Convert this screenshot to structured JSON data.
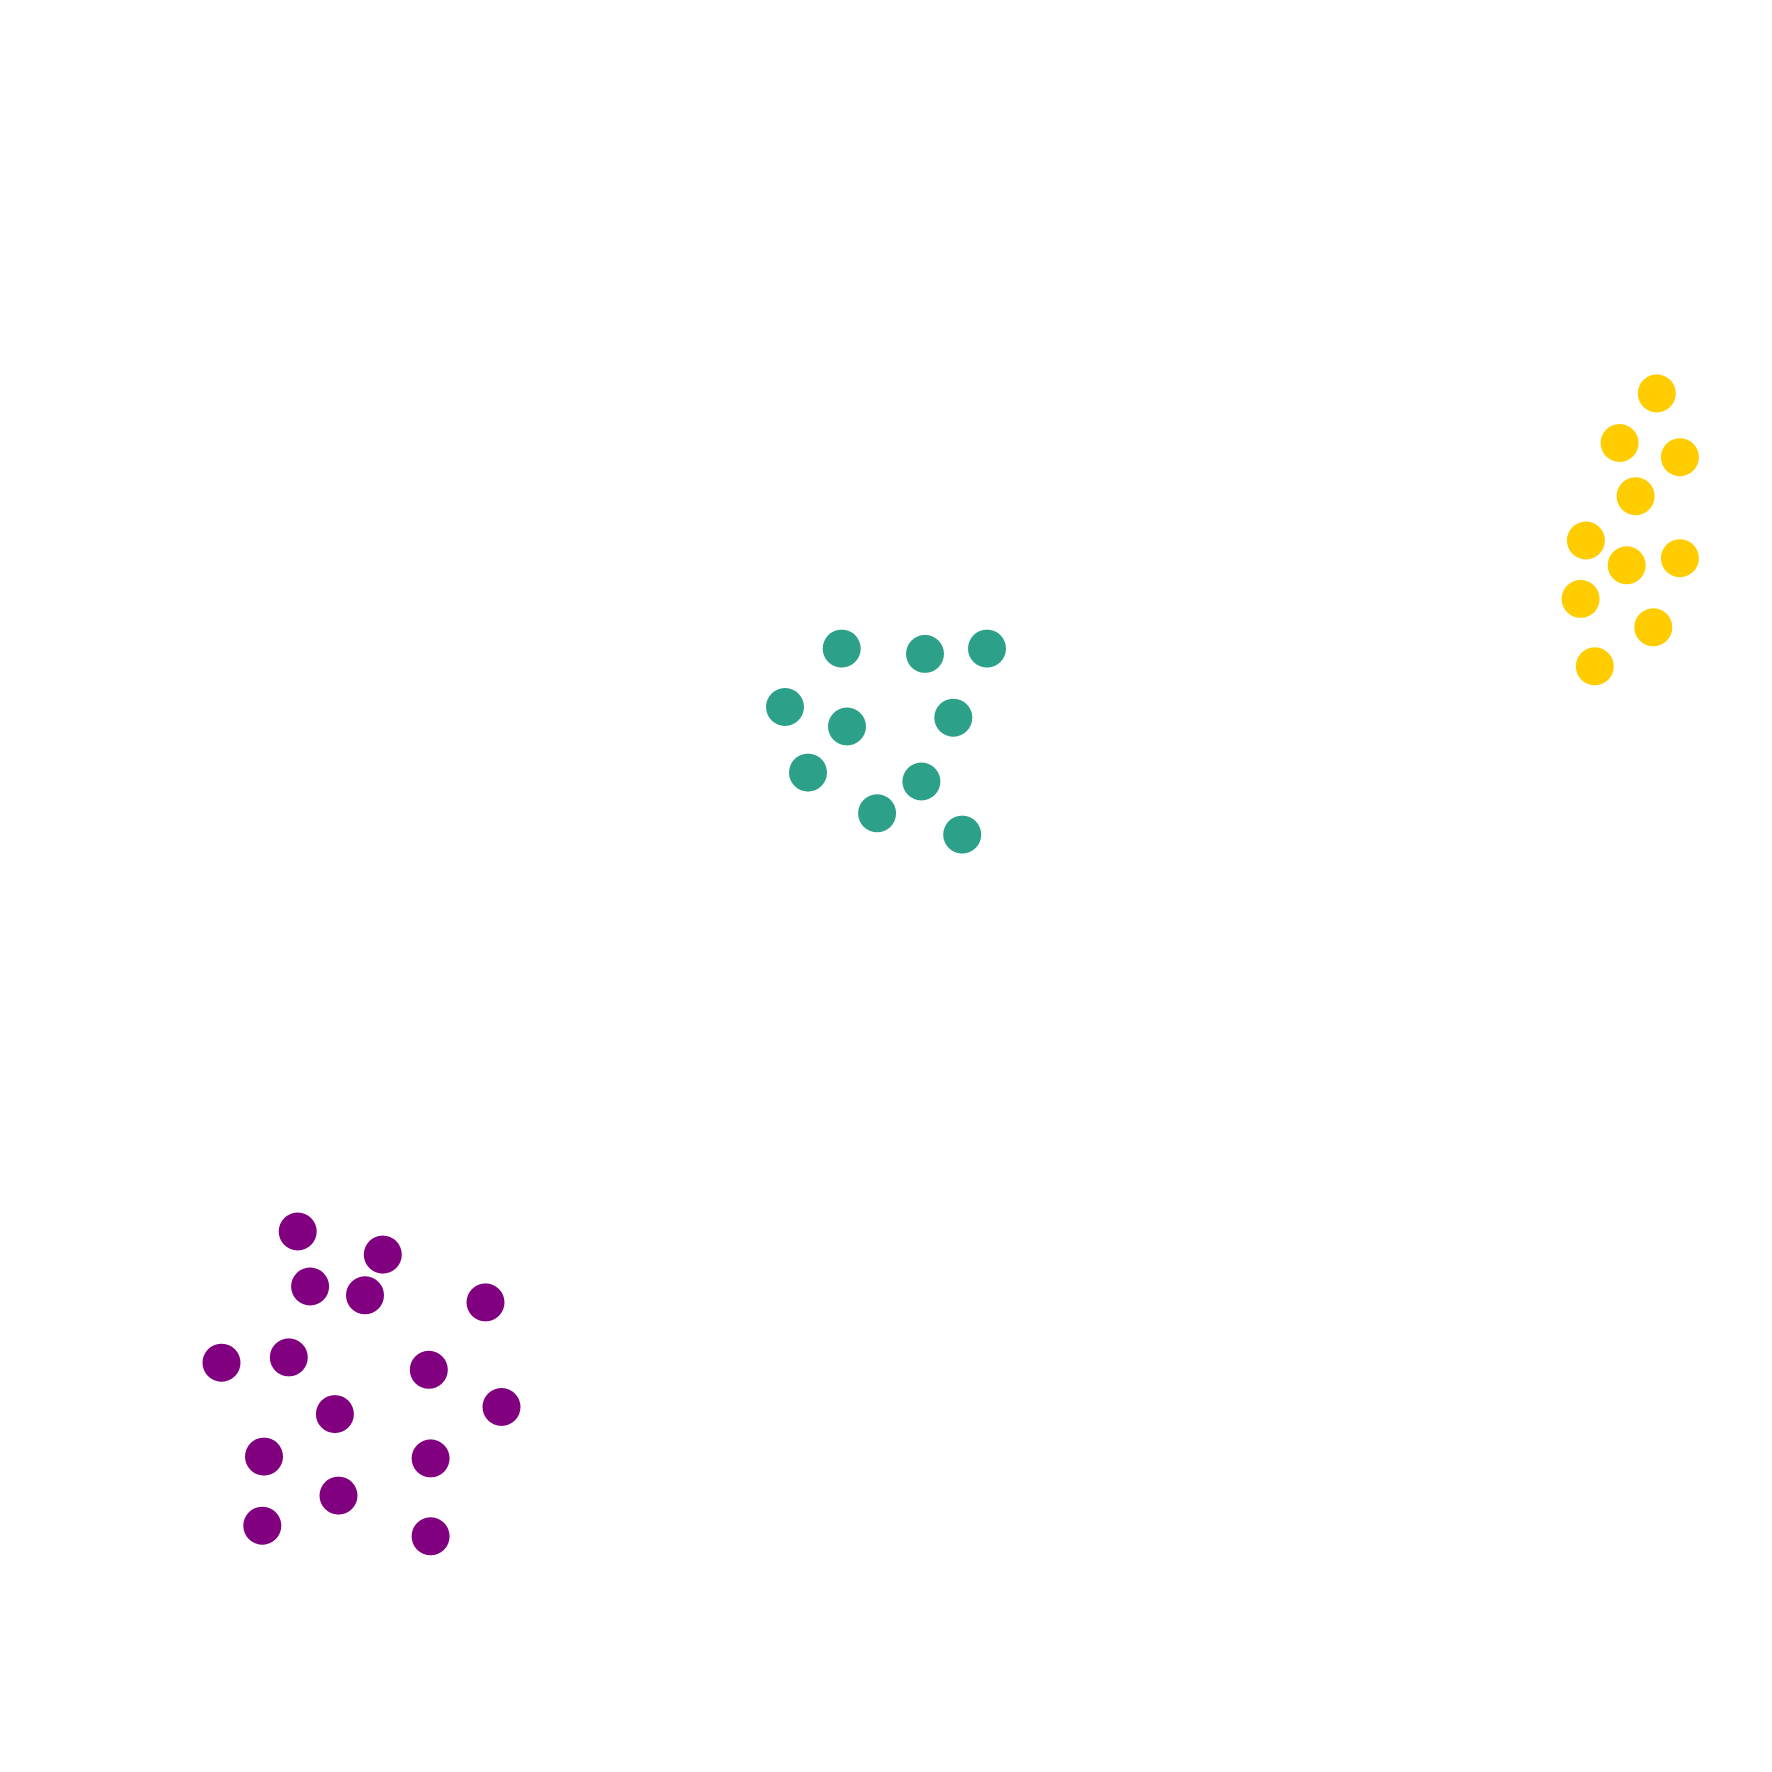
{
  "chart_data": {
    "type": "scatter",
    "title": "",
    "xlabel": "",
    "ylabel": "",
    "xlim": [
      0,
      100
    ],
    "ylim": [
      0,
      100
    ],
    "grid": false,
    "axes_visible": false,
    "legend": "none",
    "series": [
      {
        "color": "#800080",
        "points": [
          {
            "x": 16.8,
            "y": 30.5
          },
          {
            "x": 21.6,
            "y": 29.2
          },
          {
            "x": 17.5,
            "y": 27.4
          },
          {
            "x": 20.6,
            "y": 26.9
          },
          {
            "x": 27.4,
            "y": 26.5
          },
          {
            "x": 12.5,
            "y": 23.1
          },
          {
            "x": 16.3,
            "y": 23.4
          },
          {
            "x": 24.2,
            "y": 22.7
          },
          {
            "x": 28.3,
            "y": 20.6
          },
          {
            "x": 18.9,
            "y": 20.2
          },
          {
            "x": 14.9,
            "y": 17.8
          },
          {
            "x": 24.3,
            "y": 17.7
          },
          {
            "x": 19.1,
            "y": 15.6
          },
          {
            "x": 14.8,
            "y": 13.9
          },
          {
            "x": 24.3,
            "y": 13.3
          }
        ]
      },
      {
        "color": "#2ca089",
        "points": [
          {
            "x": 47.5,
            "y": 63.4
          },
          {
            "x": 52.2,
            "y": 63.1
          },
          {
            "x": 55.7,
            "y": 63.4
          },
          {
            "x": 44.3,
            "y": 60.1
          },
          {
            "x": 47.8,
            "y": 59.0
          },
          {
            "x": 53.8,
            "y": 59.5
          },
          {
            "x": 45.6,
            "y": 56.4
          },
          {
            "x": 52.0,
            "y": 55.9
          },
          {
            "x": 49.5,
            "y": 54.1
          },
          {
            "x": 54.3,
            "y": 52.9
          }
        ]
      },
      {
        "color": "#ffcc00",
        "points": [
          {
            "x": 93.5,
            "y": 77.8
          },
          {
            "x": 91.4,
            "y": 75.0
          },
          {
            "x": 94.8,
            "y": 74.2
          },
          {
            "x": 92.3,
            "y": 72.0
          },
          {
            "x": 89.5,
            "y": 69.5
          },
          {
            "x": 91.8,
            "y": 68.1
          },
          {
            "x": 94.8,
            "y": 68.5
          },
          {
            "x": 89.2,
            "y": 66.2
          },
          {
            "x": 93.3,
            "y": 64.6
          },
          {
            "x": 90.0,
            "y": 62.4
          }
        ]
      }
    ]
  }
}
